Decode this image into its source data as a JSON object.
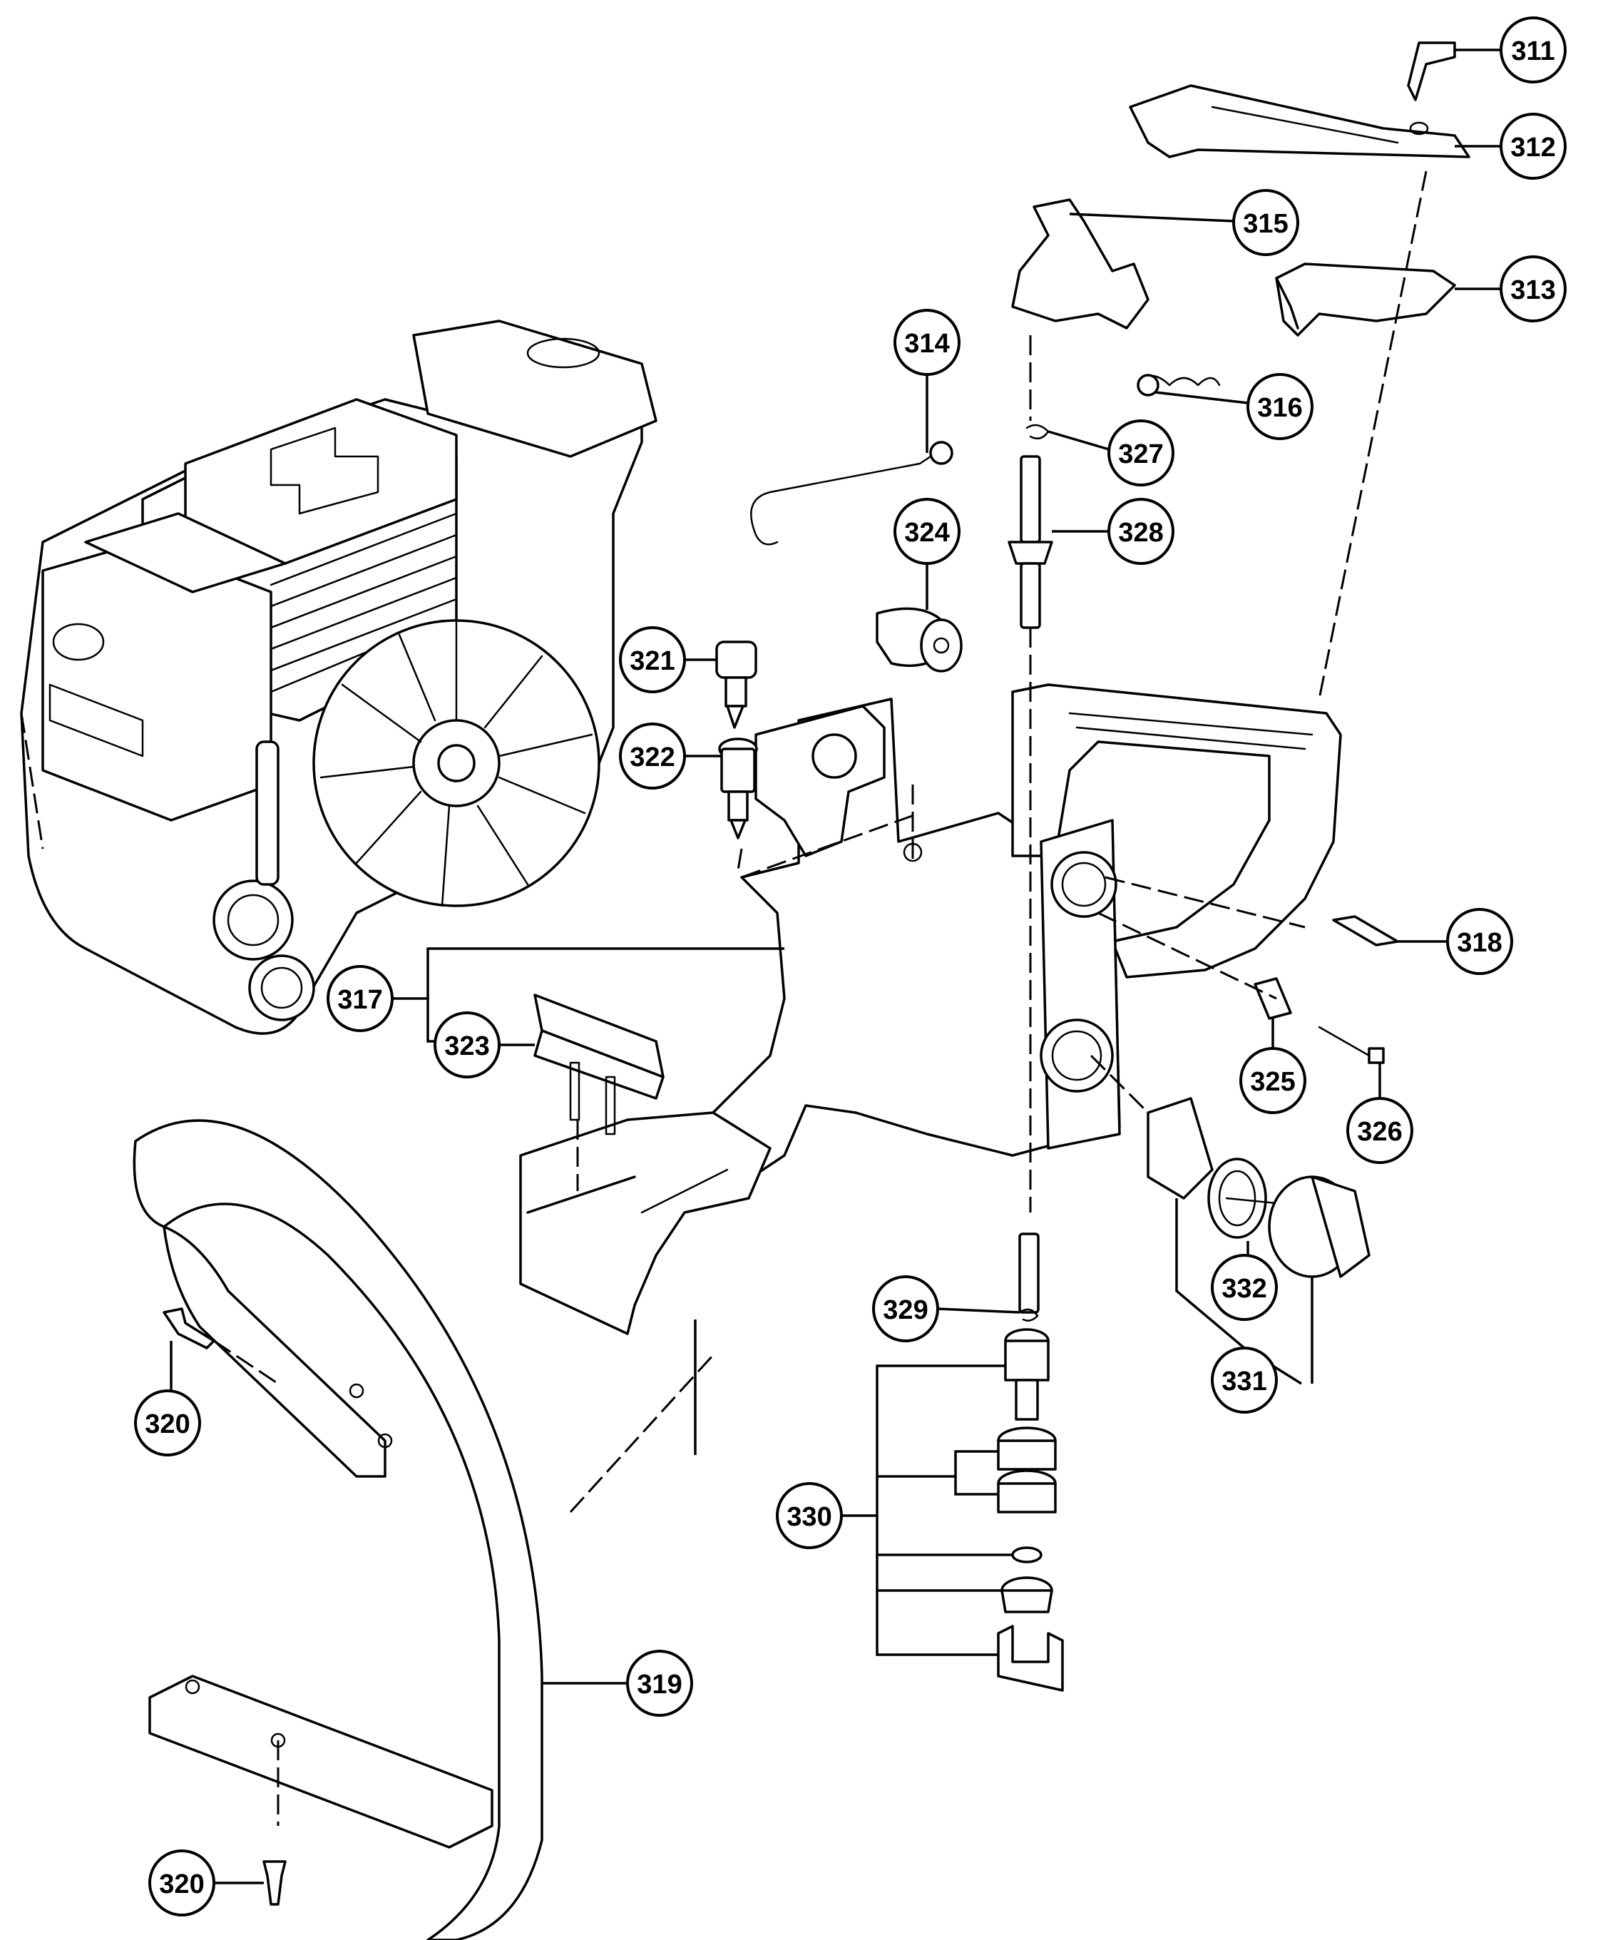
{
  "callouts": {
    "c311": "311",
    "c312": "312",
    "c313": "313",
    "c314": "314",
    "c315": "315",
    "c316": "316",
    "c317": "317",
    "c318": "318",
    "c319": "319",
    "c320a": "320",
    "c320b": "320",
    "c321": "321",
    "c322": "322",
    "c323": "323",
    "c324": "324",
    "c325": "325",
    "c326": "326",
    "c327": "327",
    "c328": "328",
    "c329": "329",
    "c330": "330",
    "c331": "331",
    "c332": "332"
  }
}
